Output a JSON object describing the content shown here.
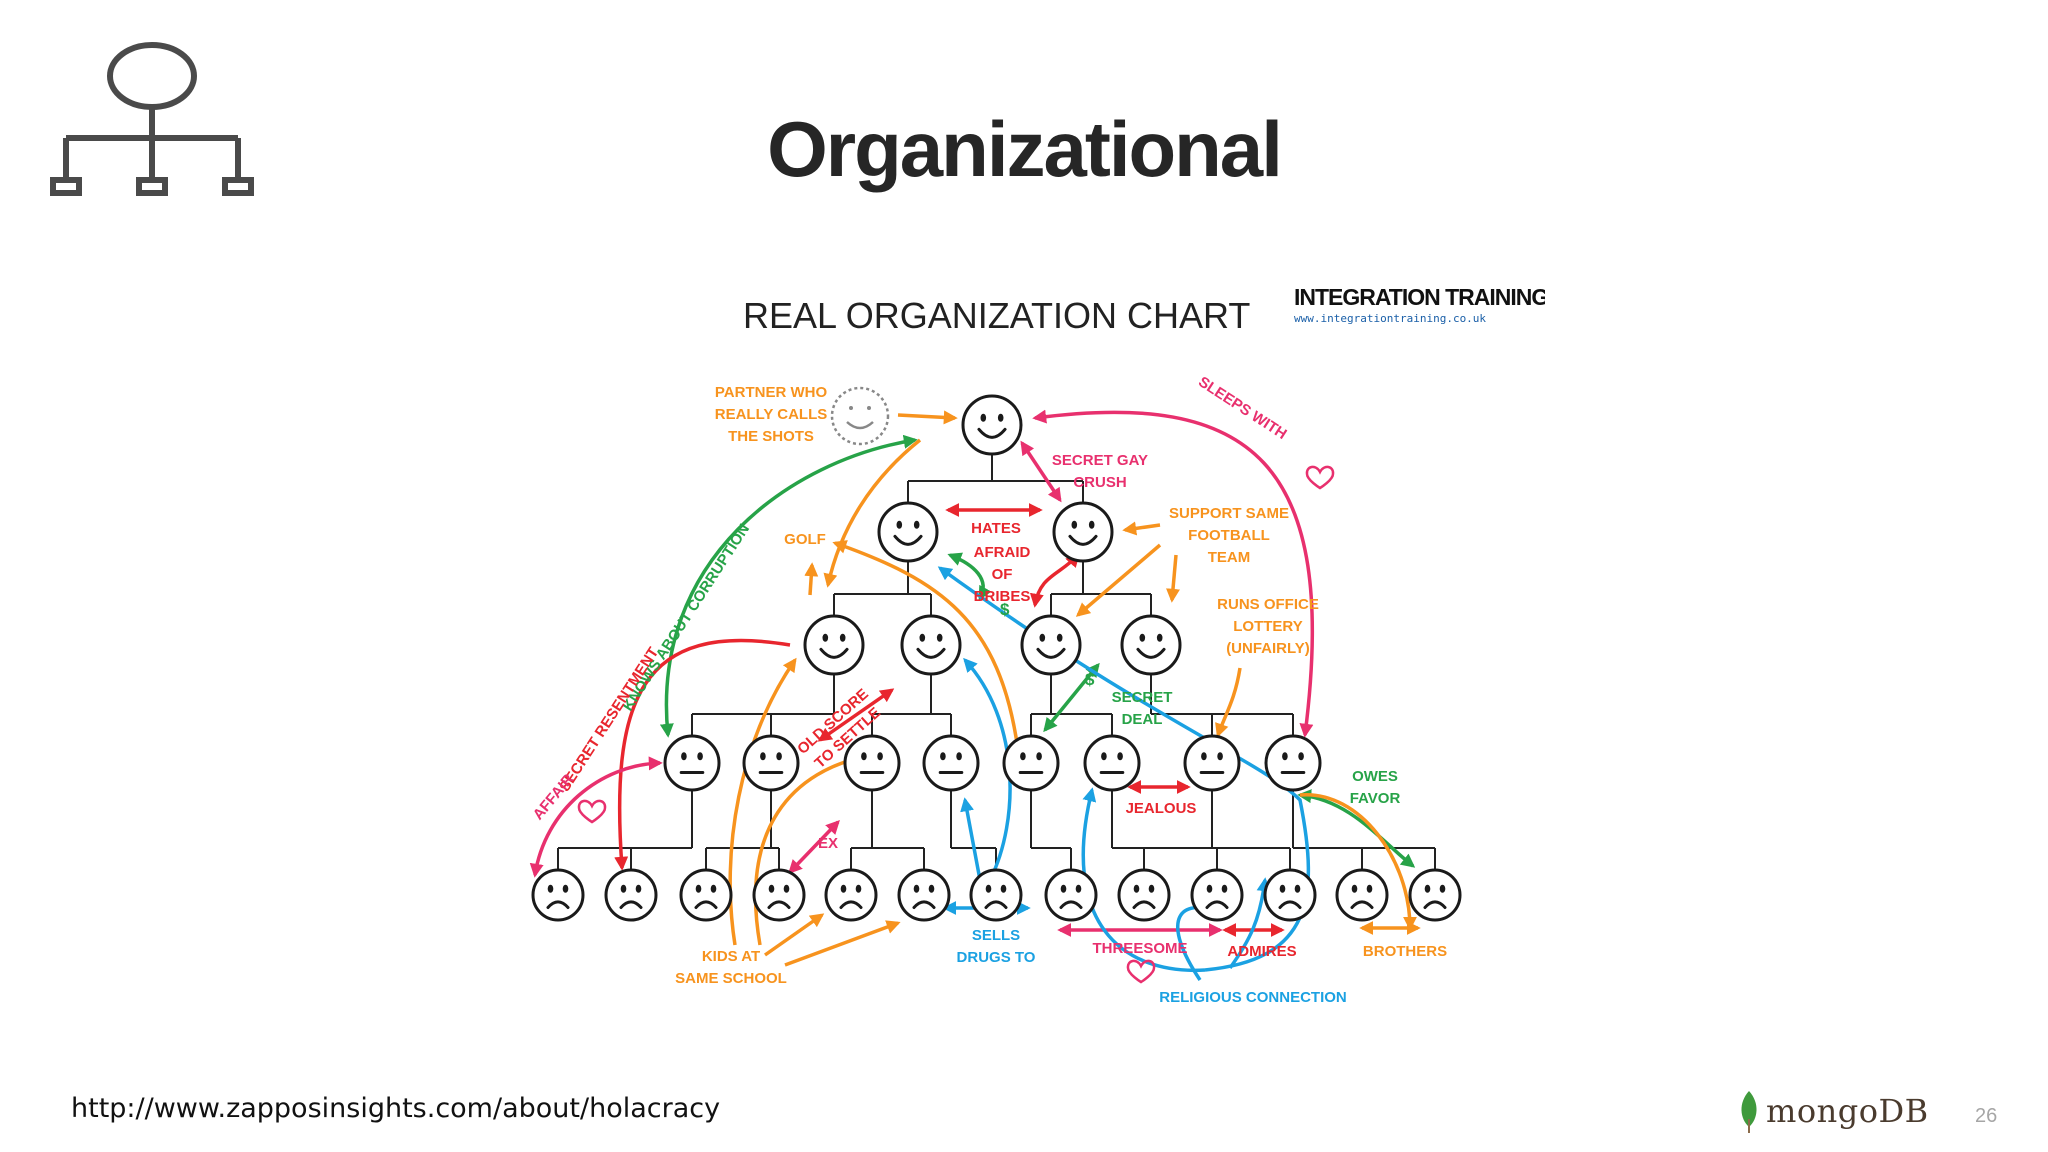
{
  "slide": {
    "title": "Organizational",
    "footer_url": "http://www.zapposinsights.com/about/holacracy",
    "page_number": "26",
    "icon": "org-chart-icon"
  },
  "brand": {
    "logo_text": "mongoDB",
    "icon": "leaf-icon",
    "color": "#3f9a3c"
  },
  "chart": {
    "heading": "REAL ORGANIZATION CHART",
    "publisher_logo": "INTEGRATION TRAINING",
    "publisher_url": "www.integrationtraining.co.uk",
    "relationships": [
      {
        "label": "PARTNER WHO REALLY CALLS THE SHOTS",
        "lines": [
          "PARTNER WHO",
          "REALLY CALLS",
          "THE SHOTS"
        ],
        "color": "#f7931e"
      },
      {
        "label": "SLEEPS WITH",
        "lines": [
          "SLEEPS WITH"
        ],
        "color": "#e8306e"
      },
      {
        "label": "SECRET GAY CRUSH",
        "lines": [
          "SECRET GAY",
          "CRUSH"
        ],
        "color": "#e8306e"
      },
      {
        "label": "KNOWS ABOUT CORRUPTION",
        "lines": [
          "KNOWS ABOUT CORRUPTION"
        ],
        "color": "#27a348"
      },
      {
        "label": "HATES",
        "lines": [
          "HATES"
        ],
        "color": "#e8262e"
      },
      {
        "label": "SUPPORT SAME FOOTBALL TEAM",
        "lines": [
          "SUPPORT SAME",
          "FOOTBALL",
          "TEAM"
        ],
        "color": "#f7931e"
      },
      {
        "label": "GOLF",
        "lines": [
          "GOLF"
        ],
        "color": "#f7931e"
      },
      {
        "label": "AFRAID OF BRIBES",
        "lines": [
          "AFRAID",
          "OF",
          "BRIBES"
        ],
        "color": "#e8262e"
      },
      {
        "label": "RUNS OFFICE LOTTERY (UNFAIRLY)",
        "lines": [
          "RUNS OFFICE",
          "LOTTERY",
          "(UNFAIRLY)"
        ],
        "color": "#f7931e"
      },
      {
        "label": "SECRET RESENTMENT",
        "lines": [
          "SECRET RESENTMENT"
        ],
        "color": "#e8262e"
      },
      {
        "label": "OLD SCORE TO SETTLE",
        "lines": [
          "OLD SCORE",
          "TO SETTLE"
        ],
        "color": "#e8262e"
      },
      {
        "label": "SECRET DEAL",
        "lines": [
          "SECRET",
          "DEAL"
        ],
        "color": "#27a348"
      },
      {
        "label": "AFFAIR",
        "lines": [
          "AFFAIR"
        ],
        "color": "#e8306e"
      },
      {
        "label": "OWES FAVOR",
        "lines": [
          "OWES",
          "FAVOR"
        ],
        "color": "#27a348"
      },
      {
        "label": "EX",
        "lines": [
          "EX"
        ],
        "color": "#e8306e"
      },
      {
        "label": "JEALOUS",
        "lines": [
          "JEALOUS"
        ],
        "color": "#e8262e"
      },
      {
        "label": "KIDS AT SAME SCHOOL",
        "lines": [
          "KIDS AT",
          "SAME SCHOOL"
        ],
        "color": "#f7931e"
      },
      {
        "label": "SELLS DRUGS TO",
        "lines": [
          "SELLS",
          "DRUGS TO"
        ],
        "color": "#1ba1e2"
      },
      {
        "label": "THREESOME",
        "lines": [
          "THREESOME"
        ],
        "color": "#e8306e"
      },
      {
        "label": "ADMIRES",
        "lines": [
          "ADMIRES"
        ],
        "color": "#e8262e"
      },
      {
        "label": "BROTHERS",
        "lines": [
          "BROTHERS"
        ],
        "color": "#f7931e"
      },
      {
        "label": "RELIGIOUS CONNECTION",
        "lines": [
          "RELIGIOUS CONNECTION"
        ],
        "color": "#1ba1e2"
      }
    ],
    "symbols": [
      "$",
      "$"
    ],
    "levels": [
      {
        "mood": "happy",
        "count": 1
      },
      {
        "mood": "happy",
        "count": 2
      },
      {
        "mood": "happy",
        "count": 4
      },
      {
        "mood": "neutral",
        "count": 8
      },
      {
        "mood": "sad",
        "count": 13
      }
    ],
    "colors": {
      "orange": "#f7931e",
      "red": "#e8262e",
      "pink": "#e8306e",
      "green": "#27a348",
      "blue": "#1ba1e2",
      "ink": "#1a1a1a"
    }
  }
}
